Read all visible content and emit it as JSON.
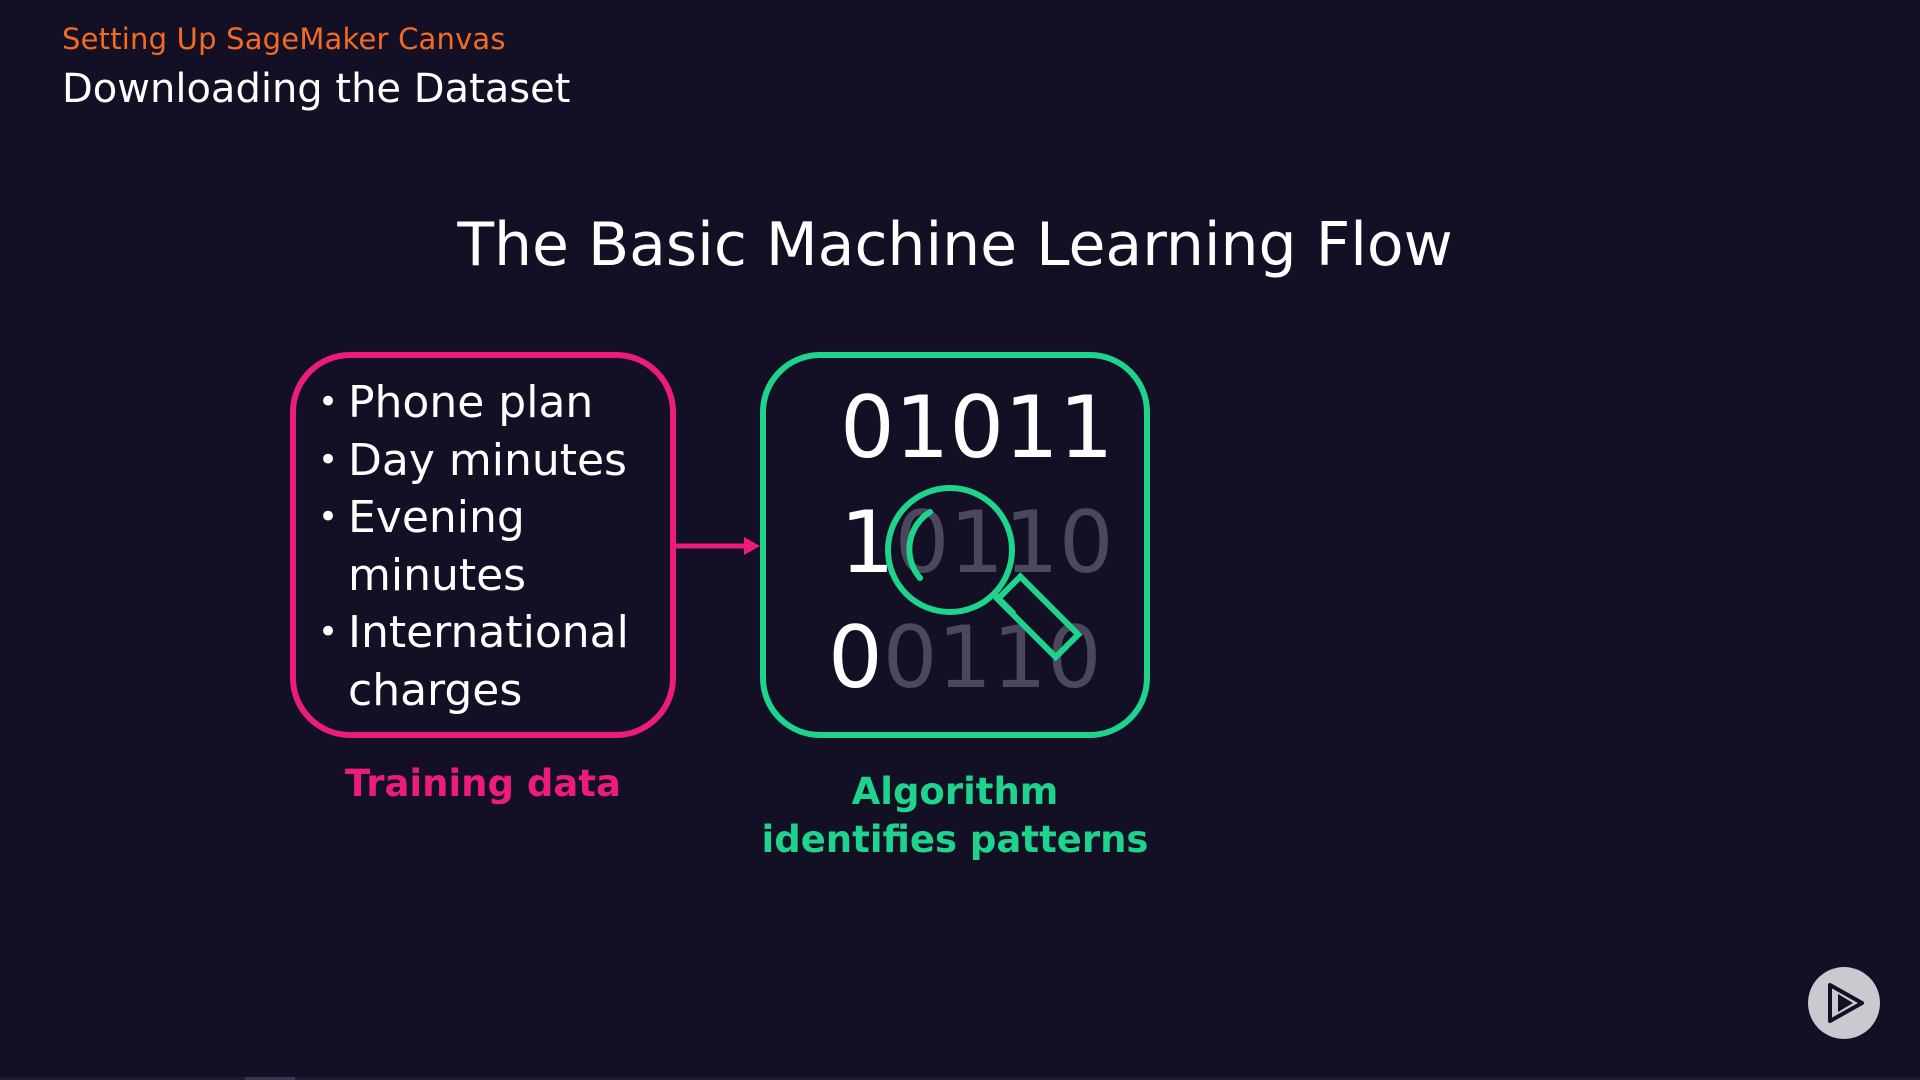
{
  "header": {
    "course_title": "Setting Up SageMaker Canvas",
    "module_title": "Downloading the Dataset"
  },
  "slide": {
    "title": "The Basic Machine Learning Flow",
    "training_box": {
      "items": [
        "Phone plan",
        "Day minutes",
        "Evening minutes",
        "International charges"
      ],
      "label": "Training data"
    },
    "algorithm_box": {
      "binary_rows": [
        {
          "bright": "01011",
          "dim": ""
        },
        {
          "bright": "1",
          "dim": "0110"
        },
        {
          "bright": "0",
          "dim": "0110"
        }
      ],
      "label_line1": "Algorithm",
      "label_line2": "identifies patterns"
    }
  },
  "icons": {
    "arrow": "right-arrow-icon",
    "magnifier": "magnifying-glass-icon",
    "play": "play-logo-icon"
  },
  "colors": {
    "background": "#130f25",
    "course_title": "#f26b21",
    "training_accent": "#ec1c7b",
    "algorithm_accent": "#1ed38b",
    "dim_digits": "#4b475c"
  }
}
